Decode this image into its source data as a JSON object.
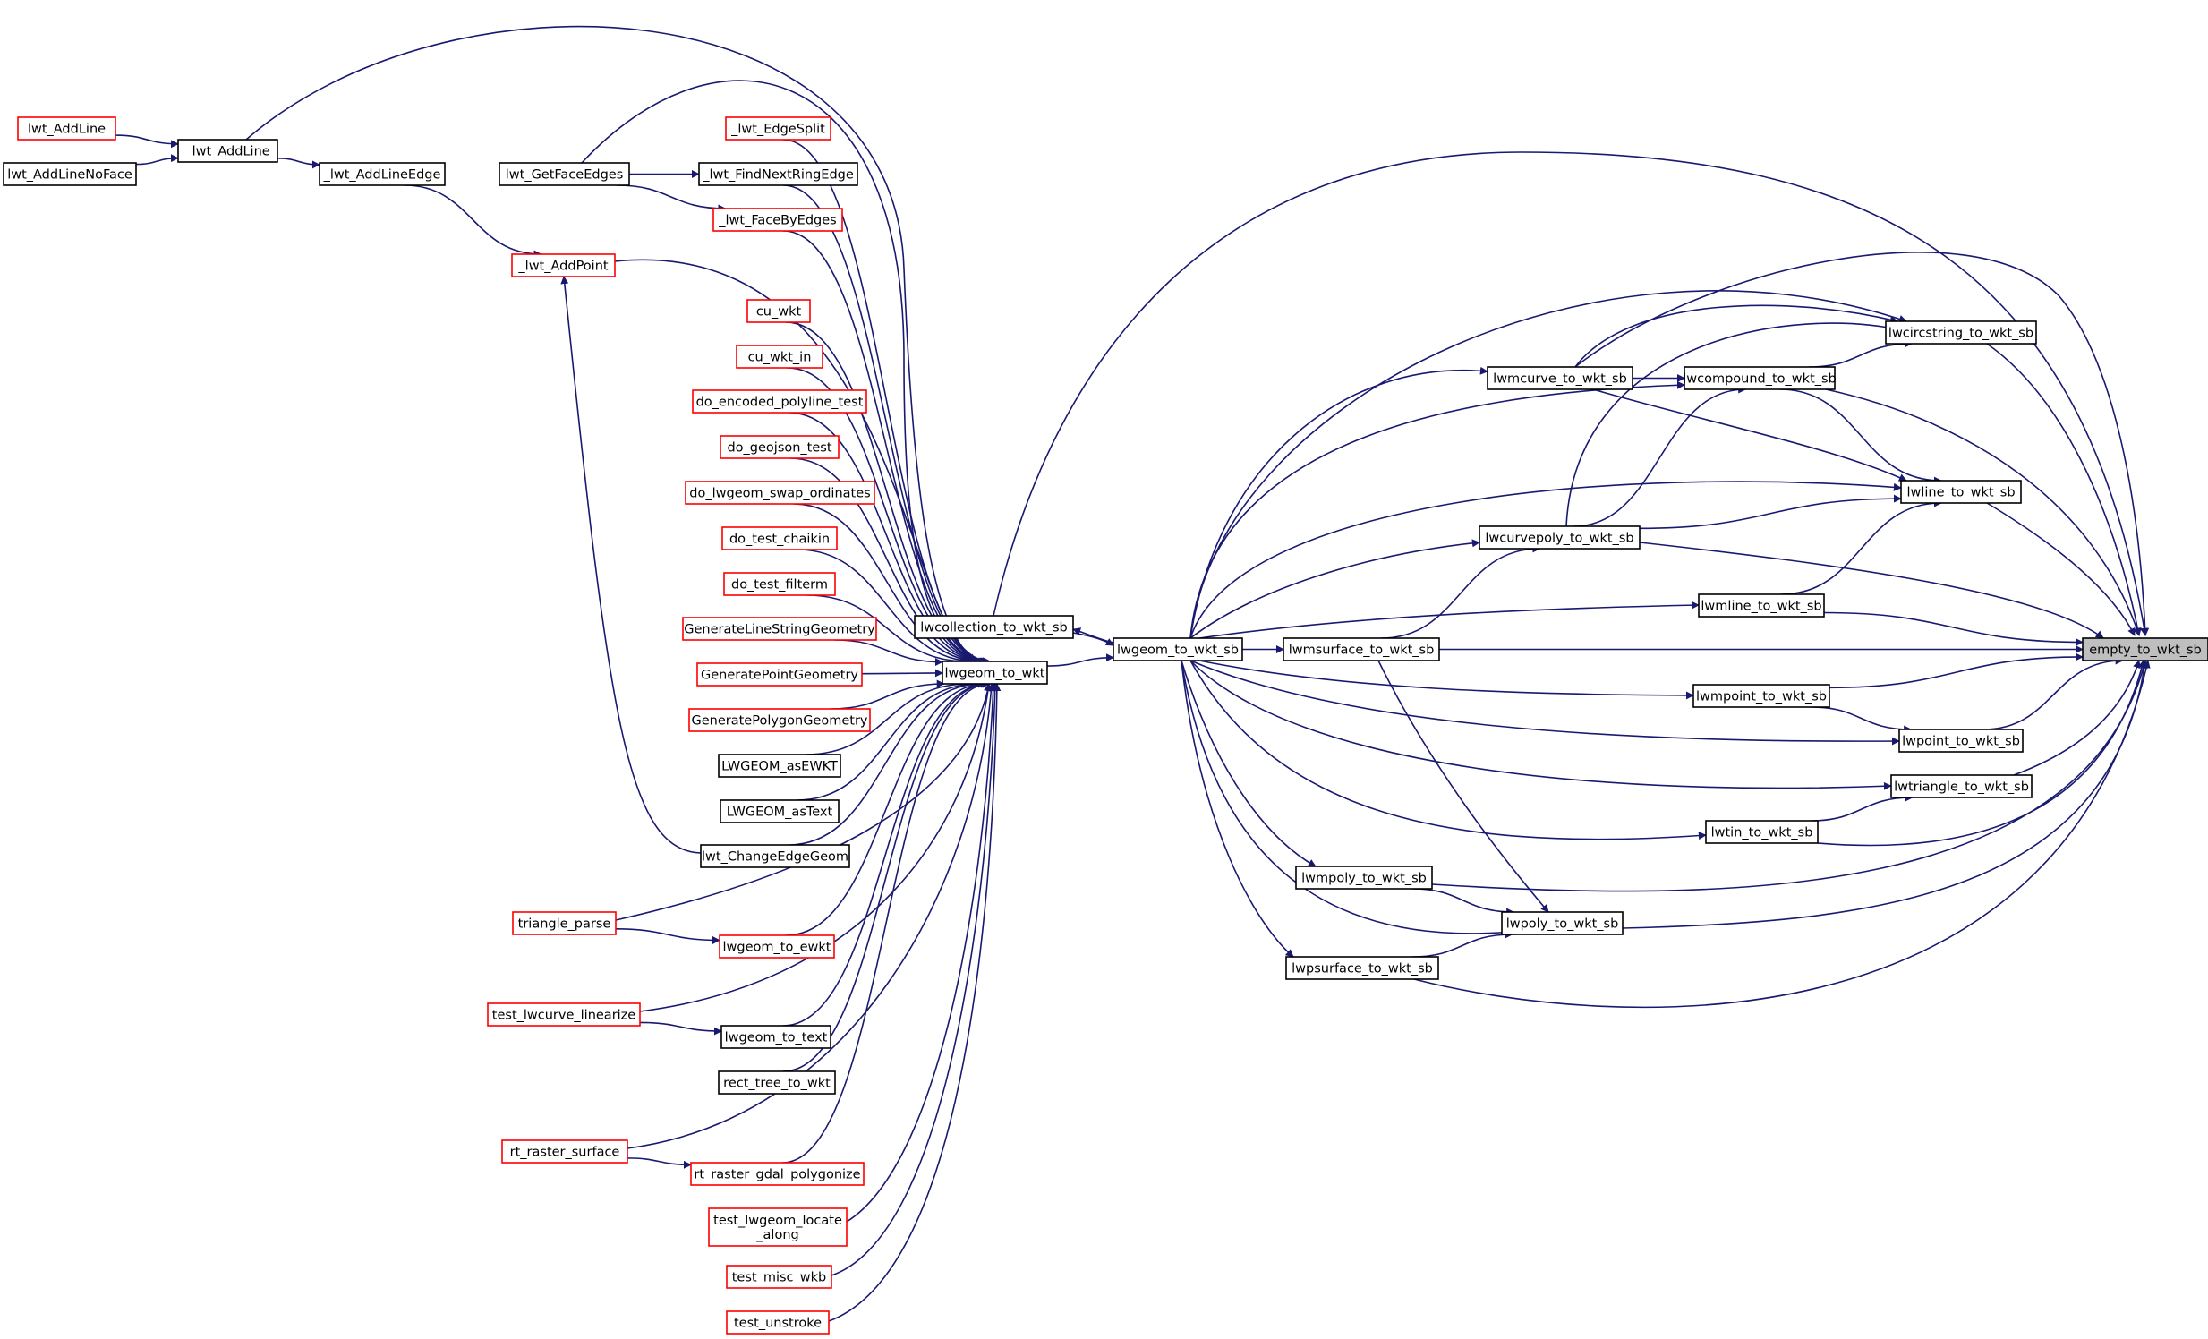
{
  "colors": {
    "edge": "#191970",
    "incomplete_node_border": "#ff0000",
    "node_border": "#000000",
    "focus_fill": "#bfbfbf",
    "node_fill": "#ffffff"
  },
  "nodes": [
    {
      "id": "empty_to_wkt_sb",
      "label": "empty_to_wkt_sb",
      "style": "focus"
    },
    {
      "id": "lwcircstring_to_wkt_sb",
      "label": "lwcircstring_to_wkt_sb",
      "style": "black"
    },
    {
      "id": "lwcompound_to_wkt_sb",
      "label": "lwcompound_to_wkt_sb",
      "style": "black"
    },
    {
      "id": "lwmcurve_to_wkt_sb",
      "label": "lwmcurve_to_wkt_sb",
      "style": "black"
    },
    {
      "id": "lwline_to_wkt_sb",
      "label": "lwline_to_wkt_sb",
      "style": "black"
    },
    {
      "id": "lwcurvepoly_to_wkt_sb",
      "label": "lwcurvepoly_to_wkt_sb",
      "style": "black"
    },
    {
      "id": "lwmline_to_wkt_sb",
      "label": "lwmline_to_wkt_sb",
      "style": "black"
    },
    {
      "id": "lwmsurface_to_wkt_sb",
      "label": "lwmsurface_to_wkt_sb",
      "style": "black"
    },
    {
      "id": "lwmpoint_to_wkt_sb",
      "label": "lwmpoint_to_wkt_sb",
      "style": "black"
    },
    {
      "id": "lwpoint_to_wkt_sb",
      "label": "lwpoint_to_wkt_sb",
      "style": "black"
    },
    {
      "id": "lwtriangle_to_wkt_sb",
      "label": "lwtriangle_to_wkt_sb",
      "style": "black"
    },
    {
      "id": "lwtin_to_wkt_sb",
      "label": "lwtin_to_wkt_sb",
      "style": "black"
    },
    {
      "id": "lwmpoly_to_wkt_sb",
      "label": "lwmpoly_to_wkt_sb",
      "style": "black"
    },
    {
      "id": "lwpoly_to_wkt_sb",
      "label": "lwpoly_to_wkt_sb",
      "style": "black"
    },
    {
      "id": "lwpsurface_to_wkt_sb",
      "label": "lwpsurface_to_wkt_sb",
      "style": "black"
    },
    {
      "id": "lwgeom_to_wkt_sb",
      "label": "lwgeom_to_wkt_sb",
      "style": "black"
    },
    {
      "id": "lwcollection_to_wkt_sb",
      "label": "lwcollection_to_wkt_sb",
      "style": "black"
    },
    {
      "id": "lwgeom_to_wkt",
      "label": "lwgeom_to_wkt",
      "style": "black"
    },
    {
      "id": "lwt_AddLine",
      "label": "lwt_AddLine",
      "style": "red"
    },
    {
      "id": "lwt_AddLineNoFace",
      "label": "lwt_AddLineNoFace",
      "style": "black"
    },
    {
      "id": "_lwt_AddLine",
      "label": "_lwt_AddLine",
      "style": "black"
    },
    {
      "id": "_lwt_AddLineEdge",
      "label": "_lwt_AddLineEdge",
      "style": "black"
    },
    {
      "id": "_lwt_AddPoint",
      "label": "_lwt_AddPoint",
      "style": "red"
    },
    {
      "id": "lwt_GetFaceEdges",
      "label": "lwt_GetFaceEdges",
      "style": "black"
    },
    {
      "id": "_lwt_EdgeSplit",
      "label": "_lwt_EdgeSplit",
      "style": "red"
    },
    {
      "id": "_lwt_FindNextRingEdge",
      "label": "_lwt_FindNextRingEdge",
      "style": "black"
    },
    {
      "id": "_lwt_FaceByEdges",
      "label": "_lwt_FaceByEdges",
      "style": "red"
    },
    {
      "id": "cu_wkt",
      "label": "cu_wkt",
      "style": "red"
    },
    {
      "id": "cu_wkt_in",
      "label": "cu_wkt_in",
      "style": "red"
    },
    {
      "id": "do_encoded_polyline_test",
      "label": "do_encoded_polyline_test",
      "style": "red"
    },
    {
      "id": "do_geojson_test",
      "label": "do_geojson_test",
      "style": "red"
    },
    {
      "id": "do_lwgeom_swap_ordinates",
      "label": "do_lwgeom_swap_ordinates",
      "style": "red"
    },
    {
      "id": "do_test_chaikin",
      "label": "do_test_chaikin",
      "style": "red"
    },
    {
      "id": "do_test_filterm",
      "label": "do_test_filterm",
      "style": "red"
    },
    {
      "id": "GenerateLineStringGeometry",
      "label": "GenerateLineStringGeometry",
      "style": "red"
    },
    {
      "id": "GeneratePointGeometry",
      "label": "GeneratePointGeometry",
      "style": "red"
    },
    {
      "id": "GeneratePolygonGeometry",
      "label": "GeneratePolygonGeometry",
      "style": "red"
    },
    {
      "id": "LWGEOM_asEWKT",
      "label": "LWGEOM_asEWKT",
      "style": "black"
    },
    {
      "id": "LWGEOM_asText",
      "label": "LWGEOM_asText",
      "style": "black"
    },
    {
      "id": "lwt_ChangeEdgeGeom",
      "label": "lwt_ChangeEdgeGeom",
      "style": "black"
    },
    {
      "id": "triangle_parse",
      "label": "triangle_parse",
      "style": "red"
    },
    {
      "id": "lwgeom_to_ewkt",
      "label": "lwgeom_to_ewkt",
      "style": "red"
    },
    {
      "id": "test_lwcurve_linearize",
      "label": "test_lwcurve_linearize",
      "style": "red"
    },
    {
      "id": "lwgeom_to_text",
      "label": "lwgeom_to_text",
      "style": "black"
    },
    {
      "id": "rect_tree_to_wkt",
      "label": "rect_tree_to_wkt",
      "style": "black"
    },
    {
      "id": "rt_raster_surface",
      "label": "rt_raster_surface",
      "style": "red"
    },
    {
      "id": "rt_raster_gdal_polygonize",
      "label": "rt_raster_gdal_polygonize",
      "style": "red"
    },
    {
      "id": "test_lwgeom_locate_along",
      "label": "test_lwgeom_locate\n_along",
      "style": "red"
    },
    {
      "id": "test_misc_wkb",
      "label": "test_misc_wkb",
      "style": "red"
    },
    {
      "id": "test_unstroke",
      "label": "test_unstroke",
      "style": "red"
    }
  ],
  "edges": [
    [
      "lwcircstring_to_wkt_sb",
      "empty_to_wkt_sb"
    ],
    [
      "lwcompound_to_wkt_sb",
      "empty_to_wkt_sb"
    ],
    [
      "lwline_to_wkt_sb",
      "empty_to_wkt_sb"
    ],
    [
      "lwcurvepoly_to_wkt_sb",
      "empty_to_wkt_sb"
    ],
    [
      "lwmline_to_wkt_sb",
      "empty_to_wkt_sb"
    ],
    [
      "lwmsurface_to_wkt_sb",
      "empty_to_wkt_sb"
    ],
    [
      "lwmpoint_to_wkt_sb",
      "empty_to_wkt_sb"
    ],
    [
      "lwpoint_to_wkt_sb",
      "empty_to_wkt_sb"
    ],
    [
      "lwtriangle_to_wkt_sb",
      "empty_to_wkt_sb"
    ],
    [
      "lwtin_to_wkt_sb",
      "empty_to_wkt_sb"
    ],
    [
      "lwmpoly_to_wkt_sb",
      "empty_to_wkt_sb"
    ],
    [
      "lwpoly_to_wkt_sb",
      "empty_to_wkt_sb"
    ],
    [
      "lwpsurface_to_wkt_sb",
      "empty_to_wkt_sb"
    ],
    [
      "lwcollection_to_wkt_sb",
      "empty_to_wkt_sb"
    ],
    [
      "lwmcurve_to_wkt_sb",
      "empty_to_wkt_sb"
    ],
    [
      "lwgeom_to_wkt_sb",
      "lwcircstring_to_wkt_sb"
    ],
    [
      "lwmcurve_to_wkt_sb",
      "lwcircstring_to_wkt_sb"
    ],
    [
      "lwcompound_to_wkt_sb",
      "lwcircstring_to_wkt_sb"
    ],
    [
      "lwcurvepoly_to_wkt_sb",
      "lwcircstring_to_wkt_sb"
    ],
    [
      "lwmcurve_to_wkt_sb",
      "lwcompound_to_wkt_sb"
    ],
    [
      "lwgeom_to_wkt_sb",
      "lwcompound_to_wkt_sb"
    ],
    [
      "lwcurvepoly_to_wkt_sb",
      "lwcompound_to_wkt_sb"
    ],
    [
      "lwgeom_to_wkt_sb",
      "lwmcurve_to_wkt_sb"
    ],
    [
      "lwcompound_to_wkt_sb",
      "lwline_to_wkt_sb"
    ],
    [
      "lwmcurve_to_wkt_sb",
      "lwline_to_wkt_sb"
    ],
    [
      "lwgeom_to_wkt_sb",
      "lwline_to_wkt_sb"
    ],
    [
      "lwcurvepoly_to_wkt_sb",
      "lwline_to_wkt_sb"
    ],
    [
      "lwmline_to_wkt_sb",
      "lwline_to_wkt_sb"
    ],
    [
      "lwgeom_to_wkt_sb",
      "lwcurvepoly_to_wkt_sb"
    ],
    [
      "lwmsurface_to_wkt_sb",
      "lwcurvepoly_to_wkt_sb"
    ],
    [
      "lwgeom_to_wkt_sb",
      "lwmline_to_wkt_sb"
    ],
    [
      "lwgeom_to_wkt_sb",
      "lwmsurface_to_wkt_sb"
    ],
    [
      "lwgeom_to_wkt_sb",
      "lwmpoint_to_wkt_sb"
    ],
    [
      "lwmpoint_to_wkt_sb",
      "lwpoint_to_wkt_sb"
    ],
    [
      "lwgeom_to_wkt_sb",
      "lwpoint_to_wkt_sb"
    ],
    [
      "lwgeom_to_wkt_sb",
      "lwtriangle_to_wkt_sb"
    ],
    [
      "lwtin_to_wkt_sb",
      "lwtriangle_to_wkt_sb"
    ],
    [
      "lwgeom_to_wkt_sb",
      "lwtin_to_wkt_sb"
    ],
    [
      "lwgeom_to_wkt_sb",
      "lwmpoly_to_wkt_sb"
    ],
    [
      "lwgeom_to_wkt_sb",
      "lwpoly_to_wkt_sb"
    ],
    [
      "lwmpoly_to_wkt_sb",
      "lwpoly_to_wkt_sb"
    ],
    [
      "lwmsurface_to_wkt_sb",
      "lwpoly_to_wkt_sb"
    ],
    [
      "lwpsurface_to_wkt_sb",
      "lwpoly_to_wkt_sb"
    ],
    [
      "lwgeom_to_wkt_sb",
      "lwpsurface_to_wkt_sb"
    ],
    [
      "lwcollection_to_wkt_sb",
      "lwgeom_to_wkt_sb"
    ],
    [
      "lwgeom_to_wkt_sb",
      "lwcollection_to_wkt_sb"
    ],
    [
      "lwgeom_to_wkt",
      "lwgeom_to_wkt_sb"
    ],
    [
      "lwt_AddLine",
      "_lwt_AddLine"
    ],
    [
      "lwt_AddLineNoFace",
      "_lwt_AddLine"
    ],
    [
      "_lwt_AddLine",
      "_lwt_AddLineEdge"
    ],
    [
      "_lwt_AddLine",
      "lwgeom_to_wkt"
    ],
    [
      "_lwt_AddLineEdge",
      "_lwt_AddPoint"
    ],
    [
      "_lwt_AddPoint",
      "lwgeom_to_wkt"
    ],
    [
      "lwt_ChangeEdgeGeom",
      "_lwt_AddPoint"
    ],
    [
      "lwt_GetFaceEdges",
      "_lwt_FindNextRingEdge"
    ],
    [
      "lwt_GetFaceEdges",
      "_lwt_FaceByEdges"
    ],
    [
      "lwt_GetFaceEdges",
      "lwgeom_to_wkt"
    ],
    [
      "_lwt_EdgeSplit",
      "lwgeom_to_wkt"
    ],
    [
      "_lwt_FindNextRingEdge",
      "lwgeom_to_wkt"
    ],
    [
      "_lwt_FaceByEdges",
      "lwgeom_to_wkt"
    ],
    [
      "cu_wkt",
      "lwgeom_to_wkt"
    ],
    [
      "cu_wkt_in",
      "lwgeom_to_wkt"
    ],
    [
      "do_encoded_polyline_test",
      "lwgeom_to_wkt"
    ],
    [
      "do_geojson_test",
      "lwgeom_to_wkt"
    ],
    [
      "do_lwgeom_swap_ordinates",
      "lwgeom_to_wkt"
    ],
    [
      "do_test_chaikin",
      "lwgeom_to_wkt"
    ],
    [
      "do_test_filterm",
      "lwgeom_to_wkt"
    ],
    [
      "GenerateLineStringGeometry",
      "lwgeom_to_wkt"
    ],
    [
      "GeneratePointGeometry",
      "lwgeom_to_wkt"
    ],
    [
      "GeneratePolygonGeometry",
      "lwgeom_to_wkt"
    ],
    [
      "LWGEOM_asEWKT",
      "lwgeom_to_wkt"
    ],
    [
      "LWGEOM_asText",
      "lwgeom_to_wkt"
    ],
    [
      "lwt_ChangeEdgeGeom",
      "lwgeom_to_wkt"
    ],
    [
      "triangle_parse",
      "lwgeom_to_ewkt"
    ],
    [
      "triangle_parse",
      "lwgeom_to_wkt"
    ],
    [
      "lwgeom_to_ewkt",
      "lwgeom_to_wkt"
    ],
    [
      "test_lwcurve_linearize",
      "lwgeom_to_text"
    ],
    [
      "test_lwcurve_linearize",
      "lwgeom_to_wkt"
    ],
    [
      "lwgeom_to_text",
      "lwgeom_to_wkt"
    ],
    [
      "rect_tree_to_wkt",
      "lwgeom_to_wkt"
    ],
    [
      "rt_raster_surface",
      "rt_raster_gdal_polygonize"
    ],
    [
      "rt_raster_surface",
      "lwgeom_to_wkt"
    ],
    [
      "rt_raster_gdal_polygonize",
      "lwgeom_to_wkt"
    ],
    [
      "test_lwgeom_locate_along",
      "lwgeom_to_wkt"
    ],
    [
      "test_misc_wkb",
      "lwgeom_to_wkt"
    ],
    [
      "test_unstroke",
      "lwgeom_to_wkt"
    ]
  ]
}
